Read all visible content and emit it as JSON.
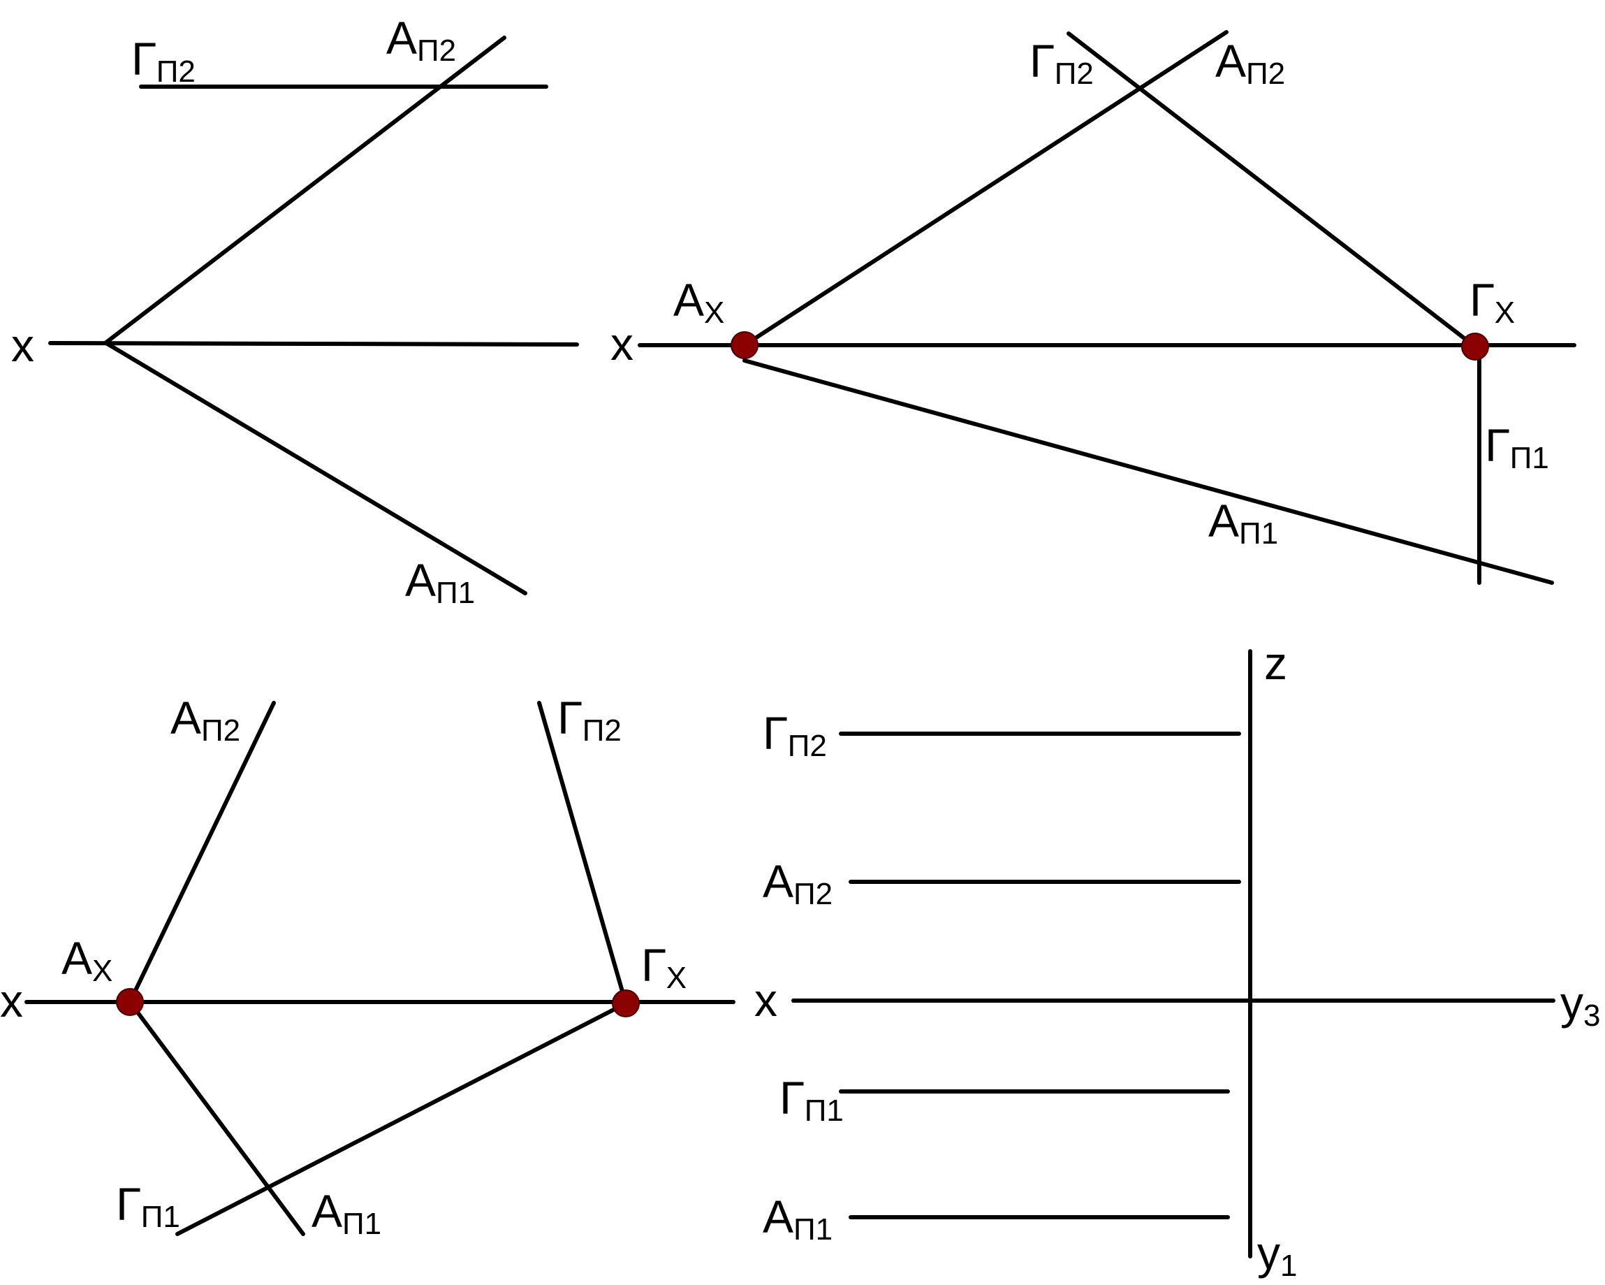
{
  "colors": {
    "line": "#000000",
    "point": "#8b0000",
    "background": "#ffffff"
  },
  "diagrams": {
    "d1": {
      "x_axis": "x",
      "g_p2": {
        "main": "Г",
        "sub": "П2"
      },
      "a_p2": {
        "main": "А",
        "sub": "П2"
      },
      "a_p1": {
        "main": "А",
        "sub": "П1"
      }
    },
    "d2": {
      "x_axis": "x",
      "g_p2": {
        "main": "Г",
        "sub": "П2"
      },
      "a_p2": {
        "main": "А",
        "sub": "П2"
      },
      "a_x": {
        "main": "А",
        "sub": "X"
      },
      "g_x": {
        "main": "Г",
        "sub": "X"
      },
      "g_p1": {
        "main": "Г",
        "sub": "П1"
      },
      "a_p1": {
        "main": "А",
        "sub": "П1"
      }
    },
    "d3": {
      "x_axis": "x",
      "a_p2": {
        "main": "А",
        "sub": "П2"
      },
      "g_p2": {
        "main": "Г",
        "sub": "П2"
      },
      "a_x": {
        "main": "А",
        "sub": "X"
      },
      "g_x": {
        "main": "Г",
        "sub": "X"
      },
      "g_p1": {
        "main": "Г",
        "sub": "П1"
      },
      "a_p1": {
        "main": "А",
        "sub": "П1"
      }
    },
    "d4": {
      "z_axis": "z",
      "x_axis": "x",
      "y3_axis": {
        "main": "y",
        "sub": "3"
      },
      "y1_axis": {
        "main": "y",
        "sub": "1"
      },
      "g_p2": {
        "main": "Г",
        "sub": "П2"
      },
      "a_p2": {
        "main": "А",
        "sub": "П2"
      },
      "g_p1": {
        "main": "Г",
        "sub": "П1"
      },
      "a_p1": {
        "main": "А",
        "sub": "П1"
      }
    }
  }
}
